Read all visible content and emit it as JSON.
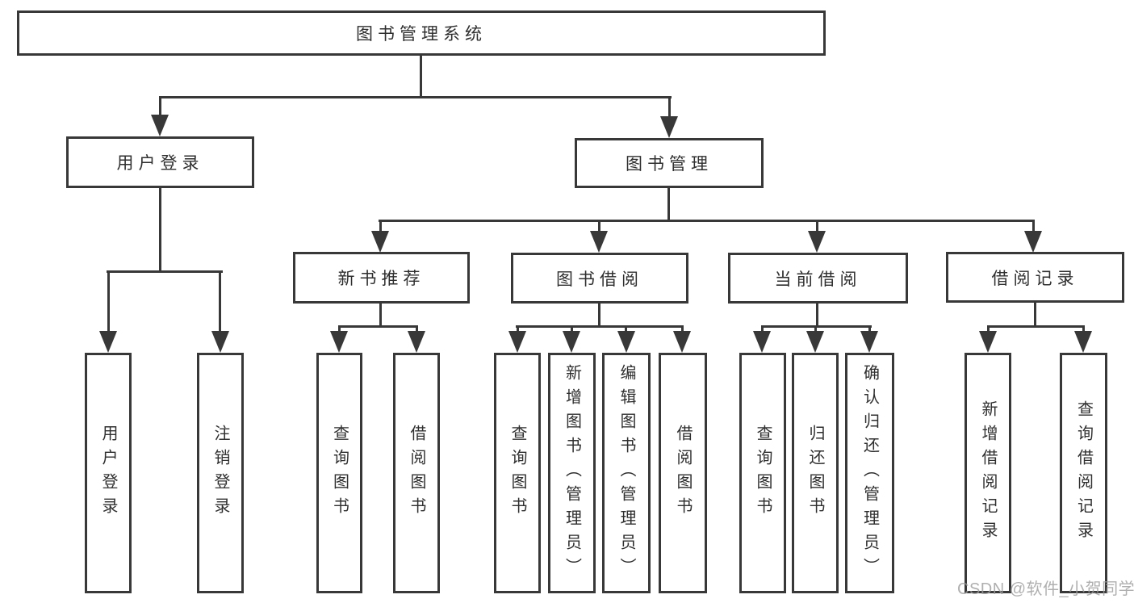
{
  "nodes": {
    "root": "图书管理系统",
    "user_login": "用户登录",
    "book_management": "图书管理",
    "login": "用户登录",
    "logout": "注销登录",
    "new_book_recommend": "新书推荐",
    "book_borrow": "图书借阅",
    "current_borrow": "当前借阅",
    "borrow_records": "借阅记录",
    "nb_query_book": "查询图书",
    "nb_borrow_book": "借阅图书",
    "bb_query_book": "查询图书",
    "bb_add_book": "新增图书（管理员）",
    "bb_edit_book": "编辑图书（管理员）",
    "bb_borrow_book": "借阅图书",
    "cb_query_book": "查询图书",
    "cb_return_book": "归还图书",
    "cb_confirm_return": "确认归还（管理员）",
    "br_add_record": "新增借阅记录",
    "br_query_record": "查询借阅记录"
  },
  "watermark": "CSDN @软件_小贺同学",
  "colors": {
    "line": "#383838",
    "text": "#2f2f2f",
    "watermark": "#9e9e9e",
    "background": "#ffffff"
  }
}
